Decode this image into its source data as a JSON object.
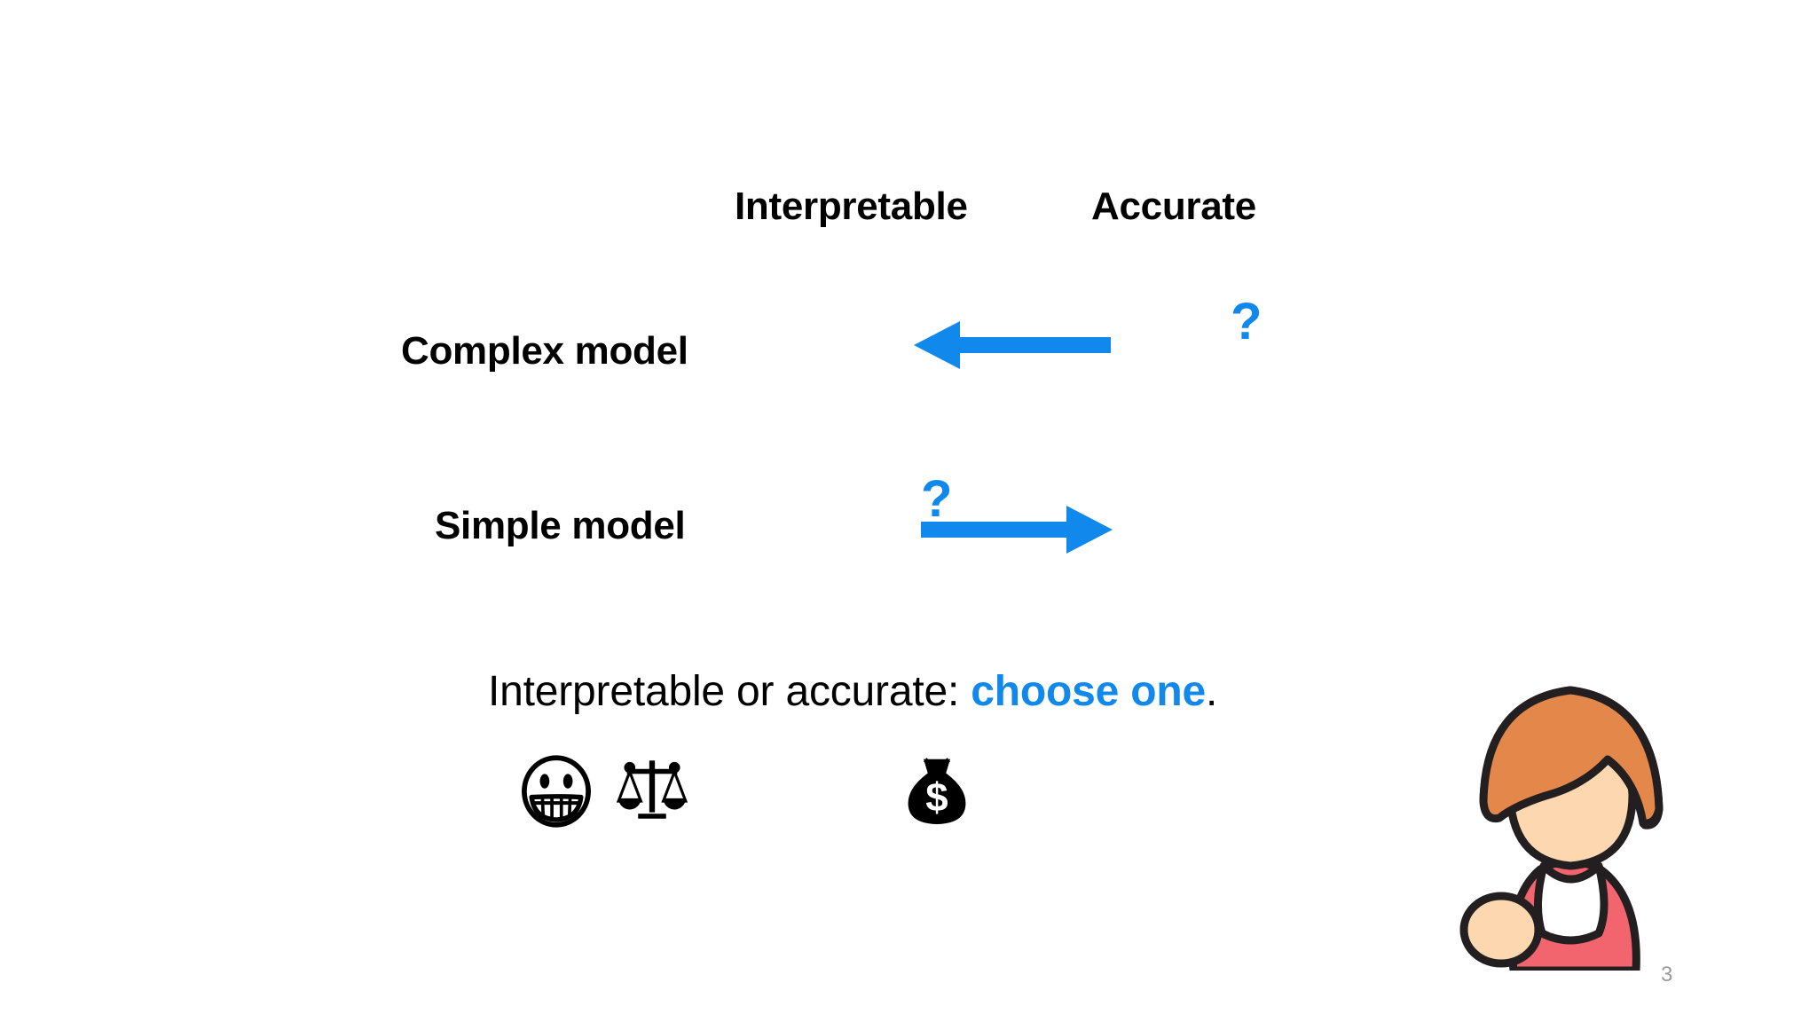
{
  "slide": {
    "page_number": "3",
    "background_color": "#ffffff"
  },
  "matrix": {
    "column_headers": [
      {
        "id": "interpretable",
        "label": "Interpretable"
      },
      {
        "id": "accurate",
        "label": "Accurate"
      }
    ],
    "rows": [
      {
        "id": "complex",
        "label": "Complex model",
        "arrow_direction": "left",
        "arrow_color": "#1189ec",
        "question_mark": "?",
        "question_mark_position": "right-of-arrow"
      },
      {
        "id": "simple",
        "label": "Simple model",
        "arrow_direction": "right",
        "arrow_color": "#1189ec",
        "question_mark": "?",
        "question_mark_position": "above-arrow-start"
      }
    ]
  },
  "tagline": {
    "lead": "Interpretable or accurate: ",
    "emphasis": "choose one",
    "trail": ".",
    "emphasis_color": "#1189ec"
  },
  "icons": [
    {
      "id": "smiley",
      "name": "grinning-face-icon",
      "color": "#000000"
    },
    {
      "id": "scales",
      "name": "balance-scales-icon",
      "color": "#000000"
    },
    {
      "id": "moneybag",
      "name": "money-bag-icon",
      "color": "#000000"
    }
  ],
  "person": {
    "name": "person-avatar",
    "hair_color": "#e3874a",
    "skin_color": "#fcd7b0",
    "shirt_color": "#f2646e",
    "collar_color": "#ffffff",
    "outline_color": "#231f20"
  },
  "colors": {
    "accent_blue": "#1189ec",
    "text_black": "#000000",
    "page_number_gray": "#9a9a9a"
  }
}
